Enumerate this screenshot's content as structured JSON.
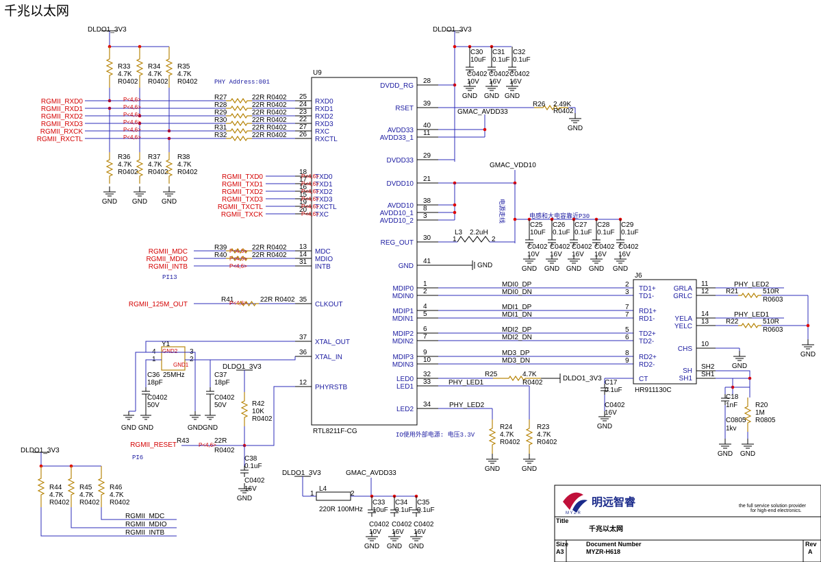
{
  "title": "千兆以太网",
  "power": {
    "dldo1": "DLDO1_3V3",
    "gmac_avdd33": "GMAC_AVDD33",
    "gmac_vdd10": "GMAC_VDD10",
    "gnd": "GND"
  },
  "notes": {
    "phy_addr": "PHY Address:001",
    "pi13": "PI13",
    "pi6": "PI6",
    "inductor_note": "电感和大电容靠近P30",
    "io_note": "IO使用外部电源: 电压3.3V",
    "vertical_note": "电源走线"
  },
  "u9": {
    "ref": "U9",
    "part": "RTL8211F-CG",
    "left_pins": [
      {
        "num": "25",
        "name": "RXD0"
      },
      {
        "num": "24",
        "name": "RXD1"
      },
      {
        "num": "23",
        "name": "RXD2"
      },
      {
        "num": "22",
        "name": "RXD3"
      },
      {
        "num": "27",
        "name": "RXC"
      },
      {
        "num": "26",
        "name": "RXCTL"
      },
      {
        "num": "18",
        "name": "TXD0"
      },
      {
        "num": "17",
        "name": "TXD1"
      },
      {
        "num": "16",
        "name": "TXD2"
      },
      {
        "num": "15",
        "name": "TXD3"
      },
      {
        "num": "19",
        "name": "TXCTL"
      },
      {
        "num": "20",
        "name": "TXC"
      },
      {
        "num": "13",
        "name": "MDC"
      },
      {
        "num": "14",
        "name": "MDIO"
      },
      {
        "num": "31",
        "name": "INTB"
      },
      {
        "num": "35",
        "name": "CLKOUT"
      },
      {
        "num": "37",
        "name": "XTAL_OUT"
      },
      {
        "num": "36",
        "name": "XTAL_IN"
      },
      {
        "num": "12",
        "name": "PHYRSTB"
      }
    ],
    "right_pins": [
      {
        "num": "28",
        "name": "DVDD_RG"
      },
      {
        "num": "39",
        "name": "RSET"
      },
      {
        "num": "40",
        "name": "AVDD33"
      },
      {
        "num": "11",
        "name": "AVDD33_1"
      },
      {
        "num": "29",
        "name": "DVDD33"
      },
      {
        "num": "21",
        "name": "DVDD10"
      },
      {
        "num": "38",
        "name": "AVDD10"
      },
      {
        "num": "8",
        "name": "AVDD10_1"
      },
      {
        "num": "3",
        "name": "AVDD10_2"
      },
      {
        "num": "30",
        "name": "REG_OUT"
      },
      {
        "num": "41",
        "name": "GND"
      },
      {
        "num": "1",
        "name": "MDIP0"
      },
      {
        "num": "2",
        "name": "MDIN0"
      },
      {
        "num": "4",
        "name": "MDIP1"
      },
      {
        "num": "5",
        "name": "MDIN1"
      },
      {
        "num": "6",
        "name": "MDIP2"
      },
      {
        "num": "7",
        "name": "MDIN2"
      },
      {
        "num": "9",
        "name": "MDIP3"
      },
      {
        "num": "10",
        "name": "MDIN3"
      },
      {
        "num": "32",
        "name": "LED0"
      },
      {
        "num": "33",
        "name": "LED1"
      },
      {
        "num": "34",
        "name": "LED2"
      }
    ]
  },
  "rx_nets": [
    "RGMII_RXD0",
    "RGMII_RXD1",
    "RGMII_RXD2",
    "RGMII_RXD3",
    "RGMII_RXCK",
    "RGMII_RXCTL"
  ],
  "rx_series": [
    "R27",
    "R28",
    "R29",
    "R30",
    "R31",
    "R32"
  ],
  "tx_nets": [
    "RGMII_TXD0",
    "RGMII_TXD1",
    "RGMII_TXD2",
    "RGMII_TXD3",
    "RGMII_TXCTL",
    "RGMII_TXCK"
  ],
  "port_tag": "P<4,6>",
  "series_value": "22R R0402",
  "pullups_top": [
    {
      "ref": "R33",
      "val": "4.7K",
      "pkg": "R0402"
    },
    {
      "ref": "R34",
      "val": "4.7K",
      "pkg": "R0402"
    },
    {
      "ref": "R35",
      "val": "4.7K",
      "pkg": "R0402"
    }
  ],
  "pulldowns": [
    {
      "ref": "R36",
      "val": "4.7K",
      "pkg": "R0402"
    },
    {
      "ref": "R37",
      "val": "4.7K",
      "pkg": "R0402"
    },
    {
      "ref": "R38",
      "val": "4.7K",
      "pkg": "R0402"
    }
  ],
  "mgmt_nets": [
    "RGMII_MDC",
    "RGMII_MDIO",
    "RGMII_INTB"
  ],
  "mgmt_series": [
    "R39",
    "R40"
  ],
  "clk_net": "RGMII_125M_OUT",
  "clk_res": "R41",
  "reset_net": "RGMII_RESET",
  "reset_res": "R43",
  "reset_res_pkg": "R0402",
  "crystal": {
    "ref": "Y1",
    "val": "25MHz",
    "gnd1": "GND1",
    "gnd2": "GND2",
    "pins": [
      "4",
      "1",
      "3",
      "2"
    ]
  },
  "c36": {
    "ref": "C36",
    "val": "18pF",
    "pkg": "C0402",
    "v": "50V"
  },
  "c37": {
    "ref": "C37",
    "val": "18pF",
    "pkg": "C0402",
    "v": "50V"
  },
  "r42": {
    "ref": "R42",
    "val": "10K",
    "pkg": "R0402"
  },
  "c38": {
    "ref": "C38",
    "val": "0.1uF",
    "pkg": "C0402",
    "v": "16V"
  },
  "pullups_bottom": [
    {
      "ref": "R44",
      "val": "4.7K",
      "pkg": "R0402"
    },
    {
      "ref": "R45",
      "val": "4.7K",
      "pkg": "R0402"
    },
    {
      "ref": "R46",
      "val": "4.7K",
      "pkg": "R0402"
    }
  ],
  "caps_top": [
    {
      "ref": "C30",
      "val": "10uF",
      "pkg": "C0402",
      "v": "10V"
    },
    {
      "ref": "C31",
      "val": "0.1uF",
      "pkg": "C0402",
      "v": "16V"
    },
    {
      "ref": "C32",
      "val": "0.1uF",
      "pkg": "C0402",
      "v": "16V"
    }
  ],
  "r26": {
    "ref": "R26",
    "val": "2.49K",
    "pkg": "R0402"
  },
  "l3": {
    "ref": "L3",
    "val": "2.2uH",
    "p1": "1",
    "p2": "2"
  },
  "caps_mid": [
    {
      "ref": "C25",
      "val": "10uF",
      "pkg": "C0402",
      "v": "10V"
    },
    {
      "ref": "C26",
      "val": "0.1uF",
      "pkg": "C0402",
      "v": "16V"
    },
    {
      "ref": "C27",
      "val": "0.1uF",
      "pkg": "C0402",
      "v": "16V"
    },
    {
      "ref": "C28",
      "val": "0.1uF",
      "pkg": "C0402",
      "v": "16V"
    },
    {
      "ref": "C29",
      "val": "0.1uF",
      "pkg": "C0402",
      "v": "16V"
    }
  ],
  "md_nets": [
    "MDI0_DP",
    "MDI0_DN",
    "MDI1_DP",
    "MDI1_DN",
    "MDI2_DP",
    "MDI2_DN",
    "MD3_DP",
    "MD3_DN"
  ],
  "led_nets": [
    "PHY_LED1",
    "PHY_LED2",
    "PHY_LED1",
    "PHY_LED2"
  ],
  "r25": {
    "ref": "R25",
    "val": "4.7K",
    "pkg": "R0402"
  },
  "r24": {
    "ref": "R24",
    "val": "4.7K",
    "pkg": "R0402"
  },
  "r23": {
    "ref": "R23",
    "val": "4.7K",
    "pkg": "R0402"
  },
  "c17": {
    "ref": "C17",
    "val": "0.1uF",
    "pkg": "C0402",
    "v": "16V"
  },
  "j6": {
    "ref": "J6",
    "part": "HR911130C",
    "left": [
      {
        "num": "2",
        "name": "TD1+"
      },
      {
        "num": "3",
        "name": "TD1-"
      },
      {
        "num": "7",
        "name": "RD1+"
      },
      {
        "num": "7",
        "name": "RD1-"
      },
      {
        "num": "5",
        "name": "TD2+"
      },
      {
        "num": "6",
        "name": "TD2-"
      },
      {
        "num": "8",
        "name": "RD2+"
      },
      {
        "num": "9",
        "name": "RD2-"
      },
      {
        "num": "1",
        "name": "CT"
      }
    ],
    "right": [
      {
        "num": "11",
        "name": "GRLA"
      },
      {
        "num": "12",
        "name": "GRLC"
      },
      {
        "num": "14",
        "name": "YELA"
      },
      {
        "num": "13",
        "name": "YELC"
      },
      {
        "num": "10",
        "name": "CHS"
      },
      {
        "num": "SH2",
        "name": "SH"
      },
      {
        "num": "SH1",
        "name": "SH1"
      }
    ]
  },
  "r21": {
    "ref": "R21",
    "val": "510R",
    "pkg": "R0603"
  },
  "r22": {
    "ref": "R22",
    "val": "510R",
    "pkg": "R0603"
  },
  "c18": {
    "ref": "C18",
    "val": "1nF",
    "pkg": "C0805",
    "v": "1kv"
  },
  "r20": {
    "ref": "R20",
    "val": "1M",
    "pkg": "R0805"
  },
  "l4": {
    "ref": "L4",
    "val": "220R 100MHz",
    "p1": "1",
    "p2": "2"
  },
  "caps_bottom": [
    {
      "ref": "C33",
      "val": "10uF",
      "pkg": "C0402",
      "v": "10V"
    },
    {
      "ref": "C34",
      "val": "0.1uF",
      "pkg": "C0402",
      "v": "16V"
    },
    {
      "ref": "C35",
      "val": "0.1uF",
      "pkg": "C0402",
      "v": "16V"
    }
  ],
  "titleblock": {
    "company": "明远智睿",
    "logo_small": "M Y Z R",
    "slogan1": "the full service solution provider",
    "slogan2": "for high-end electronics.",
    "title_label": "Title",
    "title_value": "千兆以太网",
    "size_label": "Size",
    "size_value": "A3",
    "docnum_label": "Document Number",
    "docnum_value": "MYZR-H618",
    "rev_label": "Rev",
    "rev_value": "A"
  }
}
